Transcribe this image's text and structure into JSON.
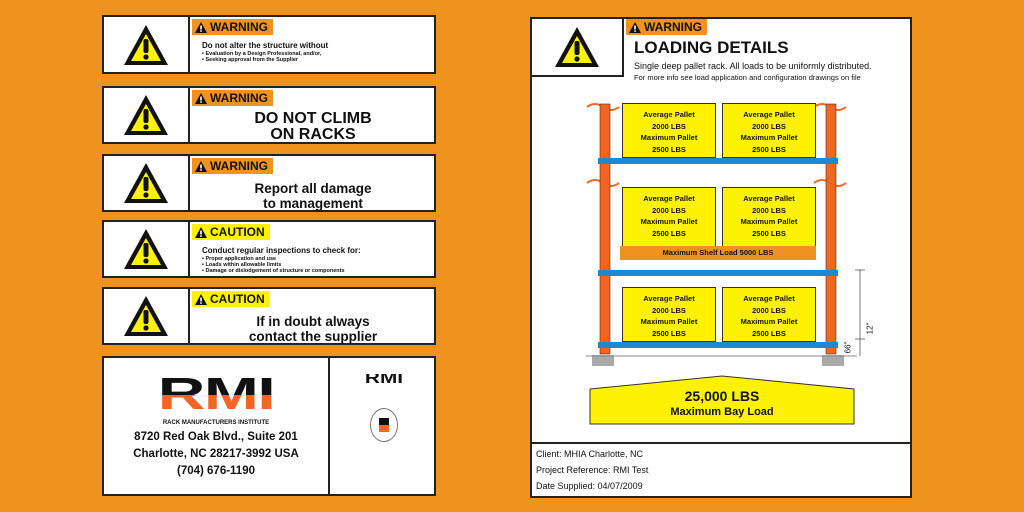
{
  "signs": [
    {
      "type": "WARNING",
      "color": "#F0921E",
      "headline": "Do not alter the structure without",
      "bullets": [
        "Evaluation by a Design Professional, and/or,",
        "Seeking approval from the Supplier"
      ]
    },
    {
      "type": "WARNING",
      "color": "#F0921E",
      "big": [
        "DO NOT CLIMB",
        "ON RACKS"
      ]
    },
    {
      "type": "WARNING",
      "color": "#F0921E",
      "big": [
        "Report all damage",
        "to management"
      ]
    },
    {
      "type": "CAUTION",
      "color": "#FFF200",
      "headline": "Conduct regular inspections to check for:",
      "bullets": [
        "Proper application and use",
        "Loads within allowable limits",
        "Damage or dislodgement of structure or components"
      ]
    },
    {
      "type": "CAUTION",
      "color": "#FFF200",
      "big": [
        "If in doubt always",
        "contact the supplier"
      ]
    }
  ],
  "rmi": {
    "logo": "RMI",
    "name": "RACK MANUFACTURERS INSTITUTE",
    "address1": "8720 Red Oak Blvd., Suite 201",
    "address2": "Charlotte, NC 28217-3992 USA",
    "phone": "(704) 676-1190"
  },
  "loading": {
    "badge": "WARNING",
    "title": "LOADING DETAILS",
    "subtitle": "Single deep pallet rack. All loads to be uniformly distributed.",
    "note": "For more info see load application and configuration drawings on file",
    "pallet": {
      "l1": "Average Pallet",
      "l2": "2000 LBS",
      "l3": "Maximum Pallet",
      "l4": "2500 LBS"
    },
    "shelf_load": "Maximum Shelf Load 5000 LBS",
    "dim_bottom": "66\"",
    "dim_top": "12\"",
    "bay_load": "25,000 LBS",
    "bay_label": "Maximum Bay Load",
    "client": "Client: MHIA Charlotte, NC",
    "project": "Project Reference: RMI Test",
    "date": "Date Supplied: 04/07/2009"
  },
  "colors": {
    "background": "#F0921E",
    "upright": "#F26522",
    "beam": "#1E88D0",
    "pallet": "#FFF200"
  }
}
